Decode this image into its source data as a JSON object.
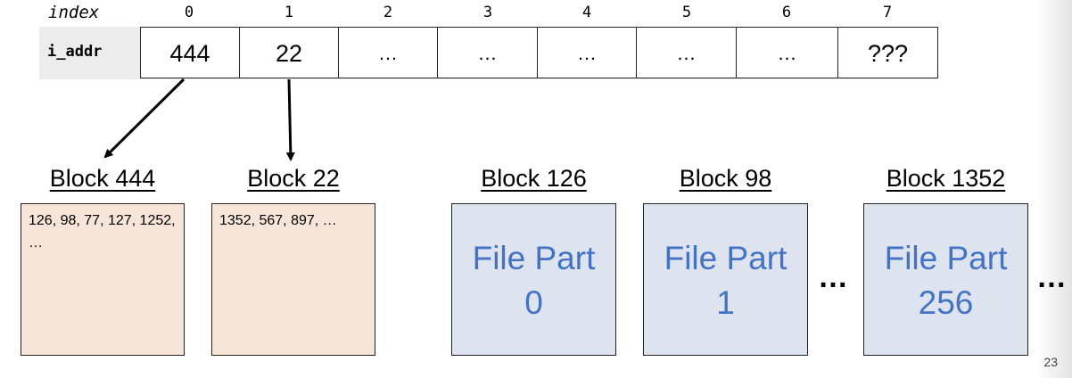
{
  "index_header": {
    "label": "index",
    "numbers": [
      "0",
      "1",
      "2",
      "3",
      "4",
      "5",
      "6",
      "7"
    ]
  },
  "i_addr": {
    "label": "i_addr",
    "cells": [
      "444",
      "22",
      "…",
      "…",
      "…",
      "…",
      "…",
      "???"
    ]
  },
  "indirect_blocks": [
    {
      "title": "Block 444",
      "contents": "126, 98, 77, 127, 1252, …"
    },
    {
      "title": "Block 22",
      "contents": "1352, 567, 897, …"
    }
  ],
  "data_blocks": [
    {
      "title": "Block 126",
      "line1": "File Part",
      "line2": "0"
    },
    {
      "title": "Block 98",
      "line1": "File Part",
      "line2": "1"
    },
    {
      "title": "Block 1352",
      "line1": "File Part",
      "line2": "256"
    }
  ],
  "ellipses": [
    "…",
    "…"
  ],
  "page_number": "23",
  "colors": {
    "index_block_fill": "#f6e5d8",
    "data_block_fill": "#dde4ef",
    "data_block_text": "#4472c4",
    "row_background": "#ececec"
  }
}
